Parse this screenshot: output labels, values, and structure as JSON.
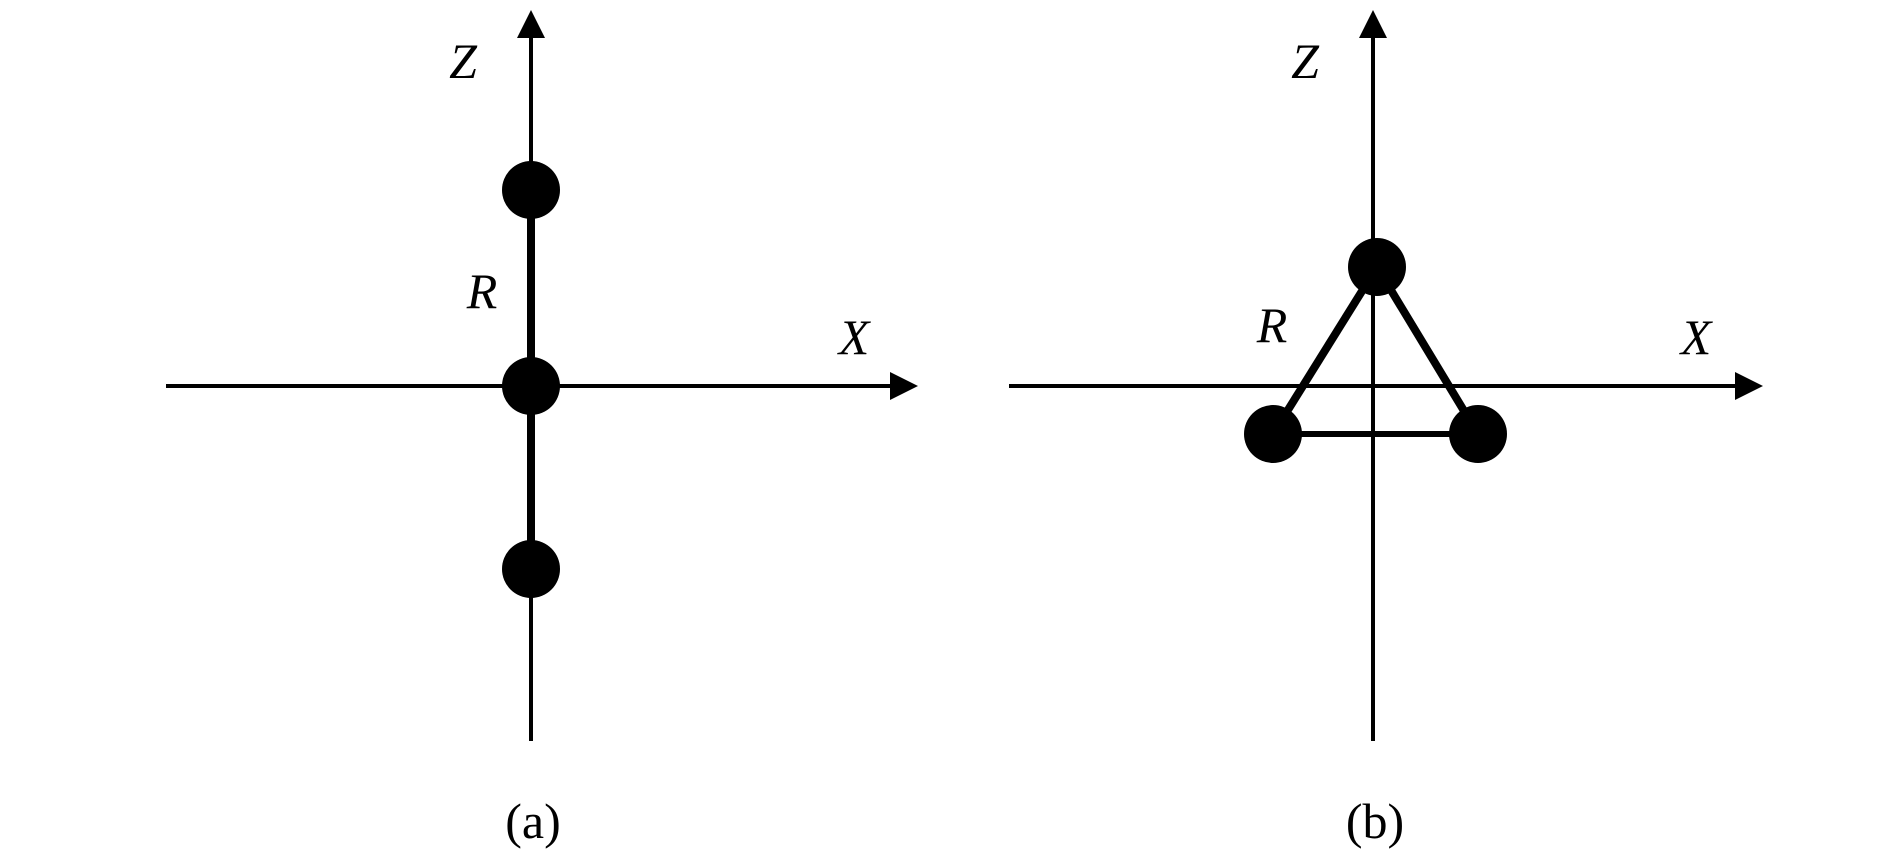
{
  "panels": [
    {
      "caption": "(a)",
      "z_label": "Z",
      "x_label": "X",
      "r_label": "R",
      "configuration": "linear"
    },
    {
      "caption": "(b)",
      "z_label": "Z",
      "x_label": "X",
      "r_label": "R",
      "configuration": "triangular"
    }
  ],
  "colors": {
    "ink": "#000000",
    "background": "#ffffff"
  }
}
